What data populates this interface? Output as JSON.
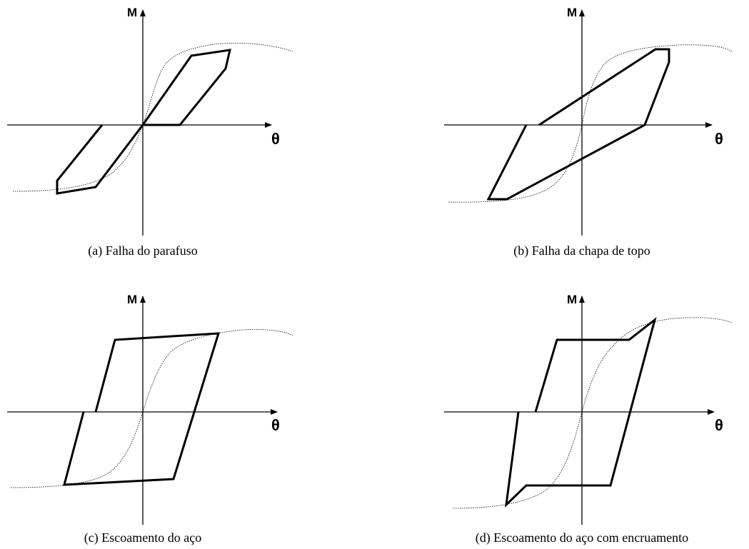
{
  "colors": {
    "stroke": "#000000",
    "background": "#ffffff"
  },
  "panels": [
    {
      "id": "a",
      "caption": "(a) Falha do parafuso",
      "y_axis_label": "M",
      "x_axis_label": "θ"
    },
    {
      "id": "b",
      "caption": "(b)  Falha da chapa de topo",
      "y_axis_label": "M",
      "x_axis_label": "θ"
    },
    {
      "id": "c",
      "caption": "(c) Escoamento do aço",
      "y_axis_label": "M",
      "x_axis_label": "θ"
    },
    {
      "id": "d",
      "caption": "(d) Escoamento do aço com encruamento",
      "y_axis_label": "M",
      "x_axis_label": "θ"
    }
  ]
}
